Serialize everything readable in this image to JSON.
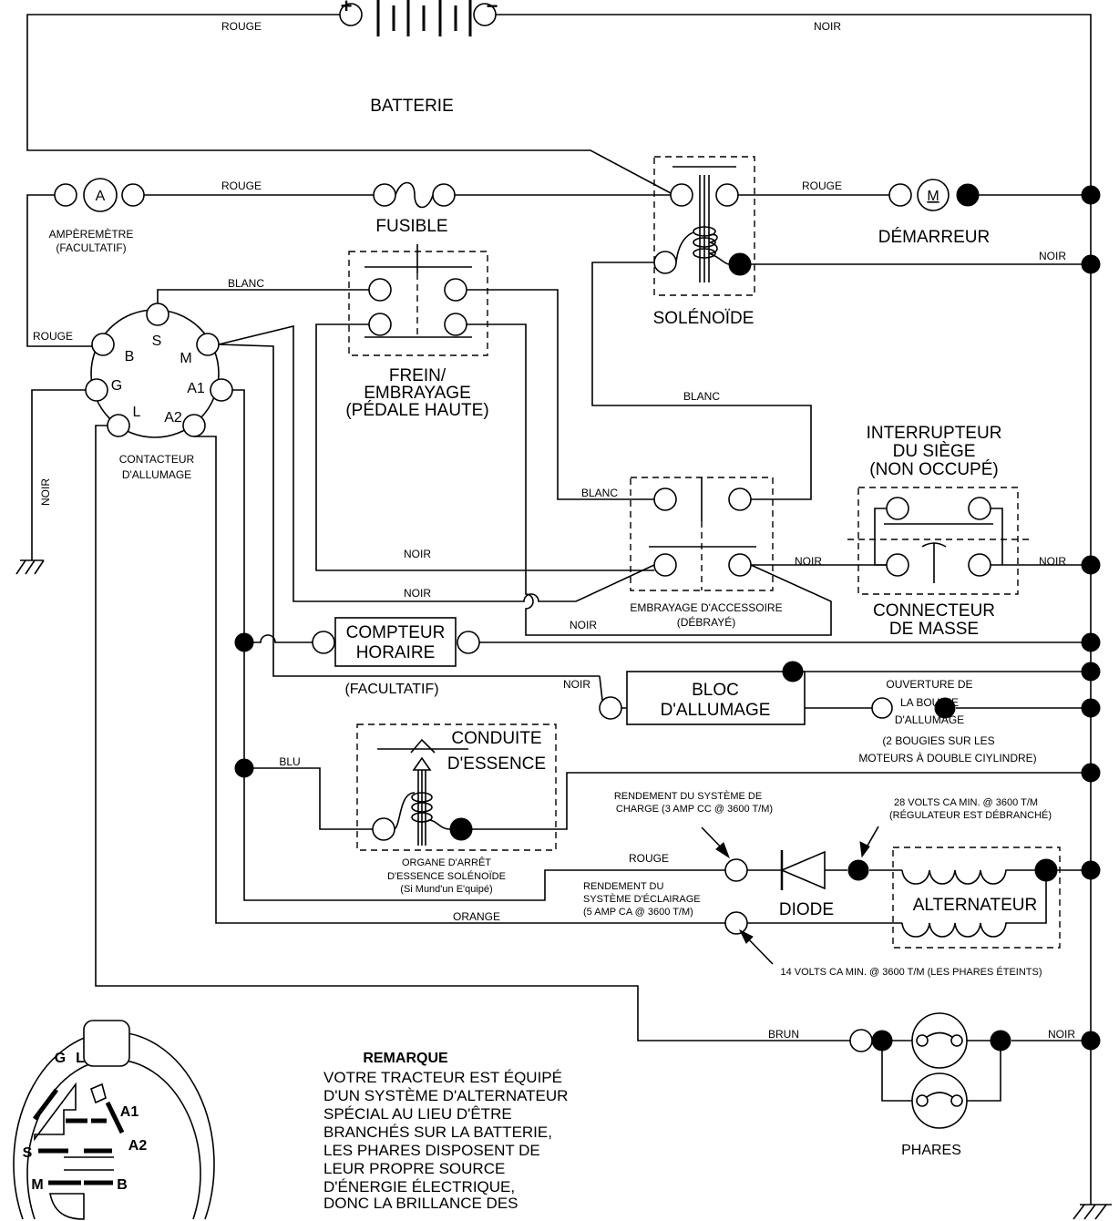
{
  "battery": {
    "label": "BATTERIE",
    "plus": "+",
    "minus": "−",
    "wire_pos": "ROUGE",
    "wire_neg": "NOIR"
  },
  "ammeter": {
    "symbol": "A",
    "label1": "AMPÈREMÈTRE",
    "label2": "(FACULTATIF)",
    "wire": "ROUGE",
    "wire_switch": "ROUGE"
  },
  "fuse": {
    "label": "FUSIBLE"
  },
  "solenoid": {
    "label": "SOLÉNOÏDE",
    "wire_starter": "ROUGE",
    "wire_ground": "NOIR",
    "wire_clutch": "BLANC"
  },
  "starter": {
    "symbol": "M",
    "label": "DÉMARREUR"
  },
  "ignition_switch": {
    "label1": "CONTACTEUR",
    "label2": "D'ALLUMAGE",
    "terminals": [
      "B",
      "S",
      "M",
      "G",
      "A1",
      "L",
      "A2"
    ],
    "ground_wire": "NOIR",
    "s_wire": "BLANC"
  },
  "brake_switch": {
    "label1": "FREIN/",
    "label2": "EMBRAYAGE",
    "label3": "(PÉDALE HAUTE)",
    "wire_top": "BLANC",
    "wire_bottom1": "NOIR",
    "wire_bottom2": "NOIR",
    "wire_m": "NOIR"
  },
  "pto_switch": {
    "label1": "EMBRAYAGE D'ACCESSOIRE",
    "label2": "(DÉBRAYÉ)",
    "wire_out": "NOIR"
  },
  "seat_switch": {
    "title1": "INTERRUPTEUR",
    "title2": "DU SIÈGE",
    "title3": "(NON OCCUPÉ)",
    "label1": "CONNECTEUR",
    "label2": "DE MASSE",
    "wire_out": "NOIR"
  },
  "hour_meter": {
    "label1": "COMPTEUR",
    "label2": "HORAIRE",
    "note": "(FACULTATIF)"
  },
  "ignition_module": {
    "label1": "BLOC",
    "label2": "D'ALLUMAGE",
    "wire_in": "NOIR"
  },
  "spark_plug": {
    "lines": [
      "OUVERTURE DE",
      "LA BOUGIE",
      "D'ALLUMAGE",
      "(2 BOUGIES SUR LES",
      "MOTEURS À DOUBLE CIYLINDRE)"
    ]
  },
  "fuel_solenoid": {
    "title1": "CONDUITE",
    "title2": "D'ESSENCE",
    "wire": "BLU",
    "lines": [
      "ORGANE D'ARRÊT",
      "D'ESSENCE SOLÉNOÏDE",
      "(Si Mund'un E'quipé)"
    ]
  },
  "charging": {
    "wire": "ROUGE",
    "note1": "RENDEMENT DU SYSTÈME DE",
    "note2": "CHARGE (3 AMP CC @ 3600 T/M)",
    "volt1": "28 VOLTS CA MIN. @ 3600 T/M",
    "volt2": "(RÉGULATEUR EST DÉBRANCHÉ)"
  },
  "lighting": {
    "wire": "ORANGE",
    "note1": "RENDEMENT DU",
    "note2": "SYSTÈME D'ÉCLAIRAGE",
    "note3": "(5 AMP CA @ 3600 T/M)",
    "volt": "14 VOLTS CA MIN. @ 3600 T/M (LES PHARES ÉTEINTS)"
  },
  "diode": {
    "label": "DIODE"
  },
  "alternator": {
    "label": "ALTERNATEUR"
  },
  "headlights": {
    "label": "PHARES",
    "wire_in": "BRUN",
    "wire_out": "NOIR"
  },
  "key_diagram": {
    "labels": [
      "G",
      "L",
      "A1",
      "A2",
      "S",
      "M",
      "B"
    ]
  },
  "note": {
    "title": "REMARQUE",
    "lines": [
      "VOTRE TRACTEUR EST ÉQUIPÉ",
      "D'UN SYSTÈME D'ALTERNATEUR",
      "SPÉCIAL AU LIEU D'ÊTRE",
      "BRANCHÉS SUR LA BATTERIE,",
      "LES PHARES DISPOSENT DE",
      "LEUR PROPRE SOURCE",
      "D'ÉNERGIE ÉLECTRIQUE,",
      "DONC LA BRILLANCE DES"
    ]
  }
}
